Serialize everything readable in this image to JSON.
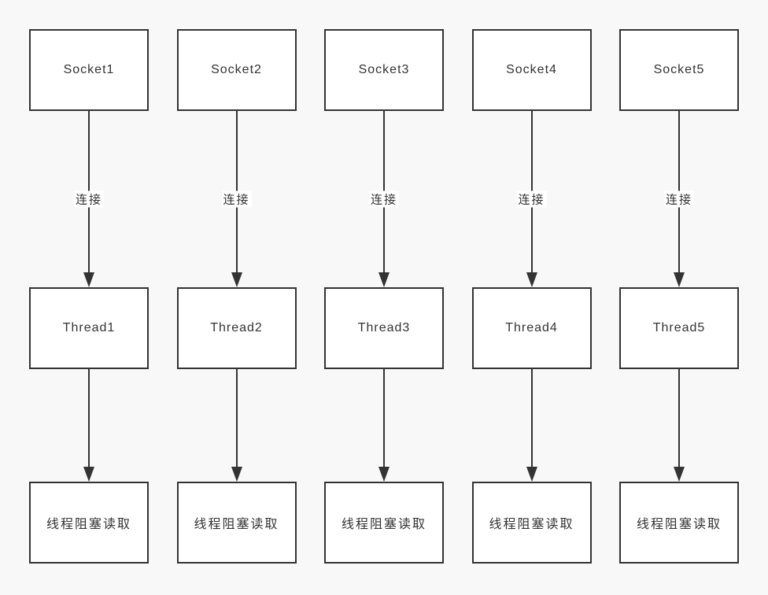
{
  "colors": {
    "background": "#f8f8f8",
    "box_fill": "#ffffff",
    "stroke": "#333333",
    "text": "#333333"
  },
  "diagram": {
    "columns": [
      {
        "socket_label": "Socket1",
        "connector_label": "连接",
        "thread_label": "Thread1",
        "read_label": "线程阻塞读取"
      },
      {
        "socket_label": "Socket2",
        "connector_label": "连接",
        "thread_label": "Thread2",
        "read_label": "线程阻塞读取"
      },
      {
        "socket_label": "Socket3",
        "connector_label": "连接",
        "thread_label": "Thread3",
        "read_label": "线程阻塞读取"
      },
      {
        "socket_label": "Socket4",
        "connector_label": "连接",
        "thread_label": "Thread4",
        "read_label": "线程阻塞读取"
      },
      {
        "socket_label": "Socket5",
        "connector_label": "连接",
        "thread_label": "Thread5",
        "read_label": "线程阻塞读取"
      }
    ]
  }
}
